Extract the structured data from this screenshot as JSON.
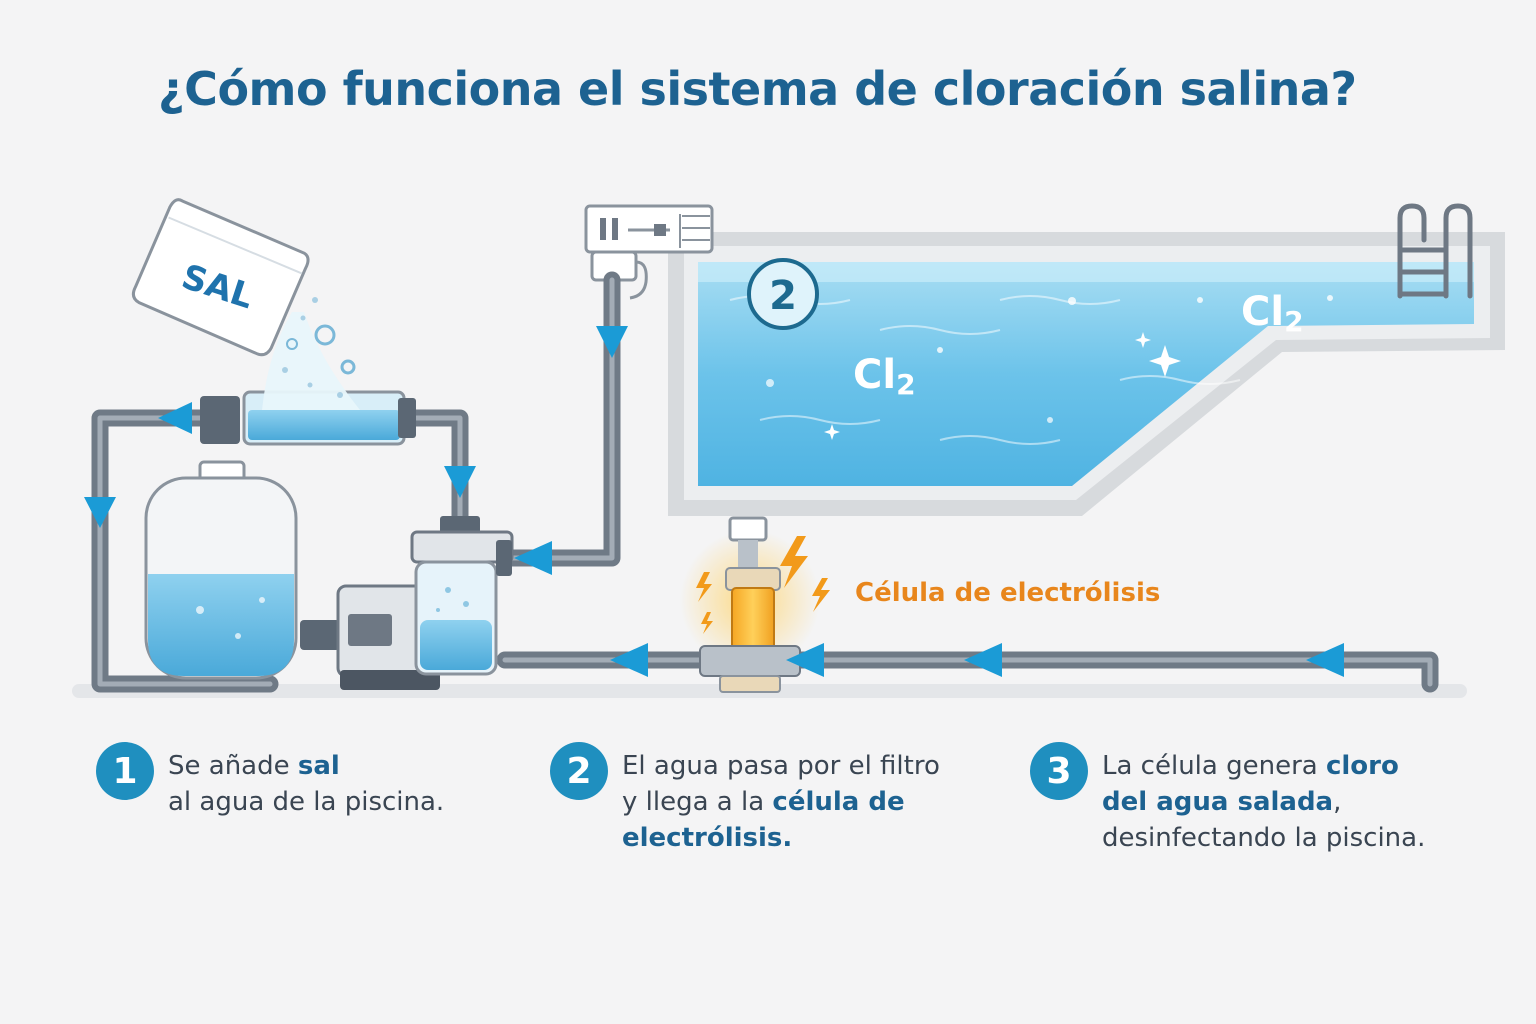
{
  "title": "¿Cómo funciona el sistema de cloración salina?",
  "salt_bag_label": "SAL",
  "pool_step_marker": "2",
  "chlorine_label_1": "Cl",
  "chlorine_label_1_sub": "2",
  "chlorine_label_2": "Cl",
  "chlorine_label_2_sub": "2",
  "cell_label": "Célula de electrólisis",
  "steps": [
    {
      "number": "1",
      "line1_a": "Se añade ",
      "line1_b": "sal",
      "line2": "al agua de la piscina."
    },
    {
      "number": "2",
      "line1": "El agua pasa por el filtro",
      "line2_a": "y llega a la ",
      "line2_b": "célula de",
      "line3": "electrólisis."
    },
    {
      "number": "3",
      "line1_a": "La célula genera ",
      "line1_b": "cloro",
      "line2_a": "del agua salada",
      "line2_b": ",",
      "line3": "desinfectando la piscina."
    }
  ],
  "colors": {
    "title": "#1d6291",
    "accent": "#1f8fbf",
    "water": "#7cc8e8",
    "pipe": "#7b8794",
    "arrow": "#1b9bd6",
    "electrolysis": "#e8861c"
  }
}
